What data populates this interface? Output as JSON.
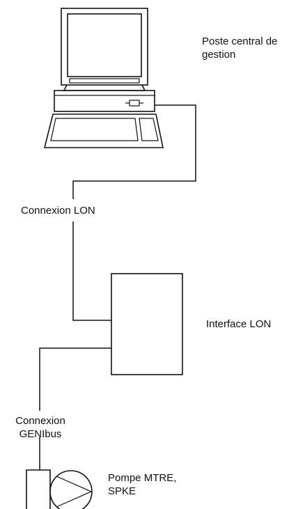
{
  "labels": {
    "computer": "Poste central de gestion",
    "lon_connection": "Connexion LON",
    "lon_interface": "Interface LON",
    "genibus_connection": "Connexion GENIbus",
    "pump": "Pompe MTRE, SPKE"
  },
  "icons": {
    "computer": "desktop-computer-icon",
    "pump": "pump-icon",
    "interface": "interface-box"
  },
  "colors": {
    "line": "#111111",
    "background": "#ffffff"
  }
}
